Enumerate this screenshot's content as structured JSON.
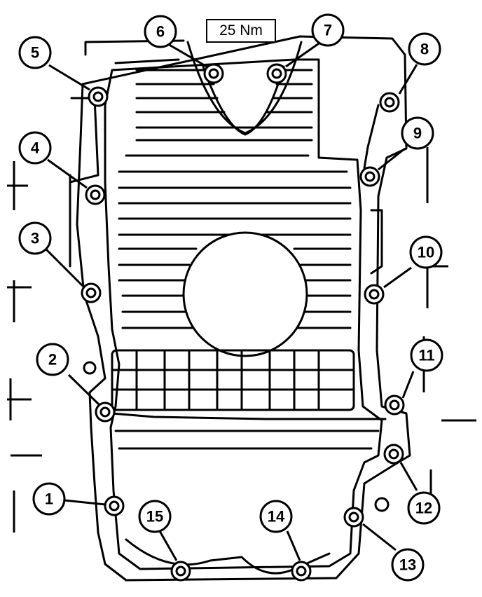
{
  "torque_label": "25 Nm",
  "bolt_callouts": [
    "1",
    "2",
    "3",
    "4",
    "5",
    "6",
    "7",
    "8",
    "9",
    "10",
    "11",
    "12",
    "13",
    "14",
    "15"
  ],
  "colors": {
    "ink": "#000000",
    "paper": "#ffffff"
  }
}
